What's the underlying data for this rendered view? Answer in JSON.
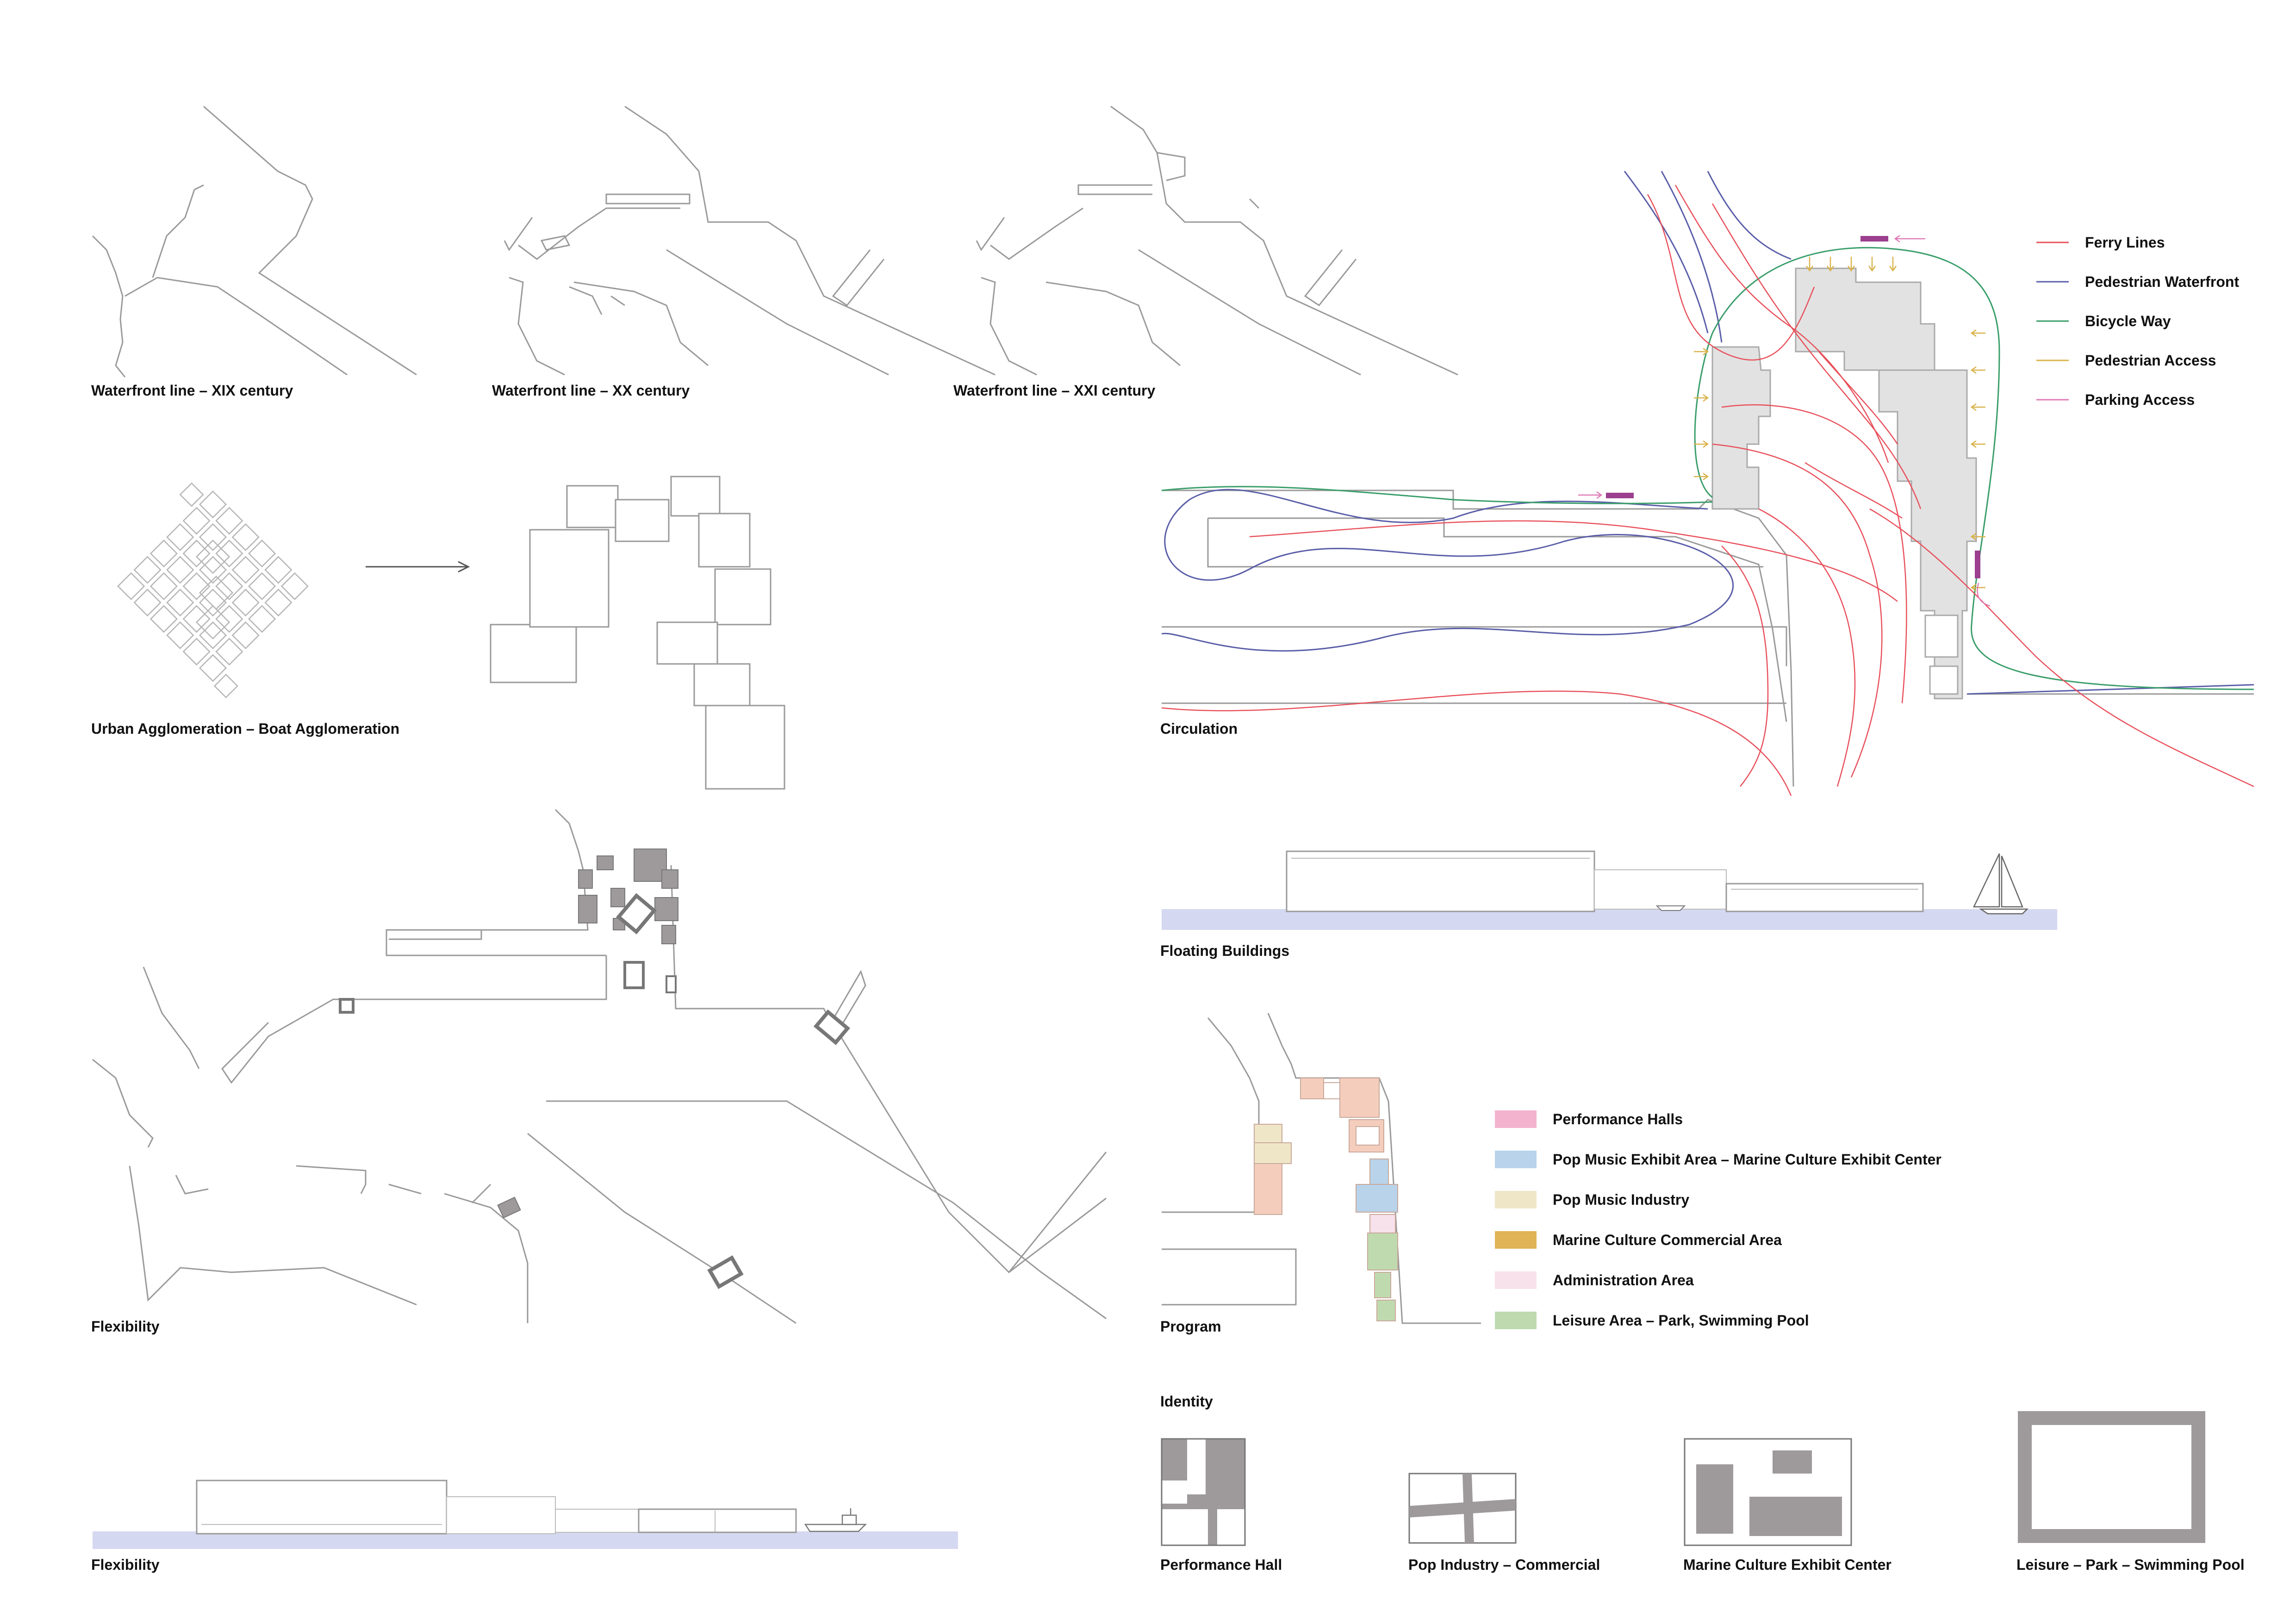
{
  "captions": {
    "wf19": "Waterfront line – XIX century",
    "wf20": "Waterfront line – XX century",
    "wf21": "Waterfront line – XXI century",
    "urban": "Urban Agglomeration – Boat Agglomeration",
    "circulation": "Circulation",
    "floating": "Floating Buildings",
    "flex_plan": "Flexibility",
    "program": "Program",
    "flex_section": "Flexibility",
    "identity": "Identity"
  },
  "circulation_legend": [
    {
      "label": "Ferry Lines",
      "color": "#e8505b"
    },
    {
      "label": "Pedestrian Waterfront",
      "color": "#5a5ea8"
    },
    {
      "label": "Bicycle Way",
      "color": "#3a9e6a"
    },
    {
      "label": "Pedestrian Access",
      "color": "#d9b24a"
    },
    {
      "label": "Parking Access",
      "color": "#e07ab6"
    }
  ],
  "program_legend": [
    {
      "label": "Performance Halls",
      "color": "#f3b3cf"
    },
    {
      "label": "Pop Music Exhibit Area – Marine Culture Exhibit Center",
      "color": "#b8d3ea"
    },
    {
      "label": "Pop Music Industry",
      "color": "#efe6c8"
    },
    {
      "label": "Marine Culture Commercial Area",
      "color": "#e0b357"
    },
    {
      "label": "Administration Area",
      "color": "#f7e1ea"
    },
    {
      "label": "Leisure Area – Park, Swimming Pool",
      "color": "#c0dab0"
    }
  ],
  "identity": [
    {
      "label": "Performance Hall"
    },
    {
      "label": "Pop Industry – Commercial"
    },
    {
      "label": "Marine Culture Exhibit Center"
    },
    {
      "label": "Leisure – Park – Swimming Pool"
    }
  ],
  "colors": {
    "water": "#d4d8f0",
    "building_fill": "#e2e2e2",
    "dark_block": "#9e9a9b",
    "parking_marker": "#9b3f8e"
  }
}
